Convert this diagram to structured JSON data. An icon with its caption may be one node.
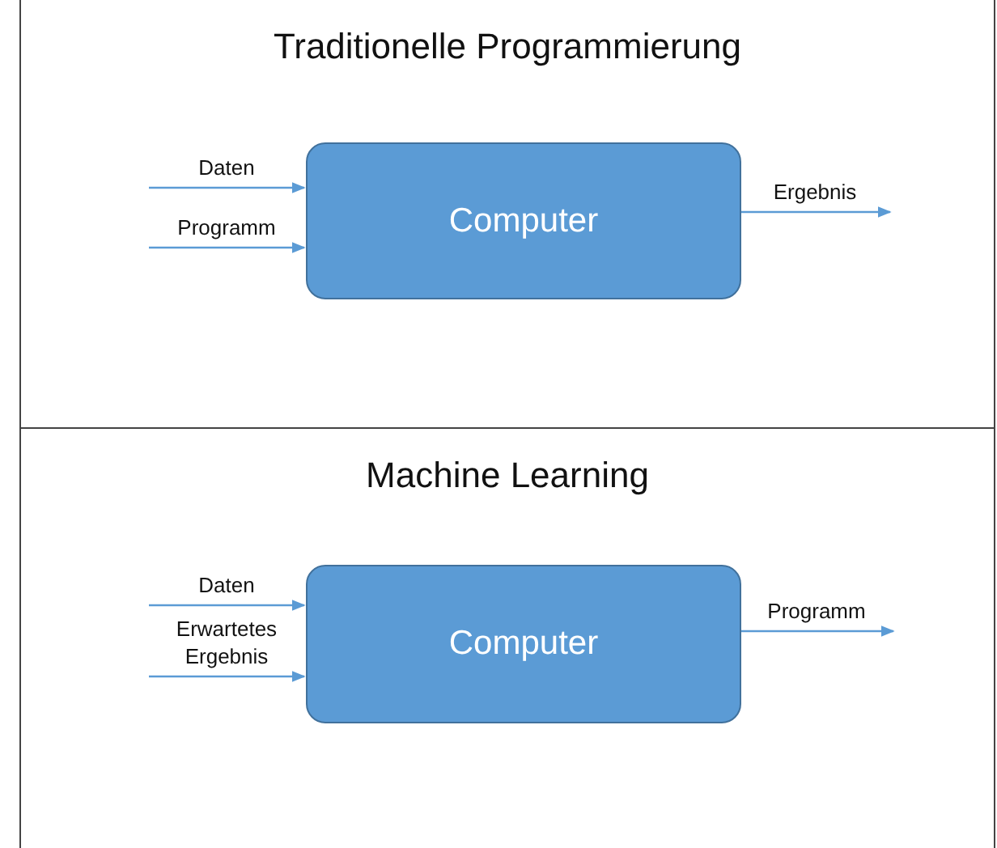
{
  "diagram": {
    "nodes": [
      {
        "text": [
          "Traditionelle Programmierung"
        ]
      },
      {
        "text": [
          "Computer"
        ],
        "in": 0
      },
      {
        "text": [
          "Machine Learning"
        ]
      },
      {
        "text": [
          "Computer"
        ],
        "in": 2
      }
    ],
    "edges": [
      {
        "from": null,
        "to": 1,
        "arrow": "to",
        "label": "Daten"
      },
      {
        "from": null,
        "to": 1,
        "arrow": "to",
        "label": "Programm"
      },
      {
        "from": 1,
        "to": null,
        "arrow": "to",
        "label": "Ergebnis"
      },
      {
        "from": null,
        "to": 3,
        "arrow": "to",
        "label": "Daten"
      },
      {
        "from": null,
        "to": 3,
        "arrow": "to",
        "label": "Erwartetes Ergebnis"
      },
      {
        "from": 3,
        "to": null,
        "arrow": "to",
        "label": "Programm"
      }
    ]
  }
}
